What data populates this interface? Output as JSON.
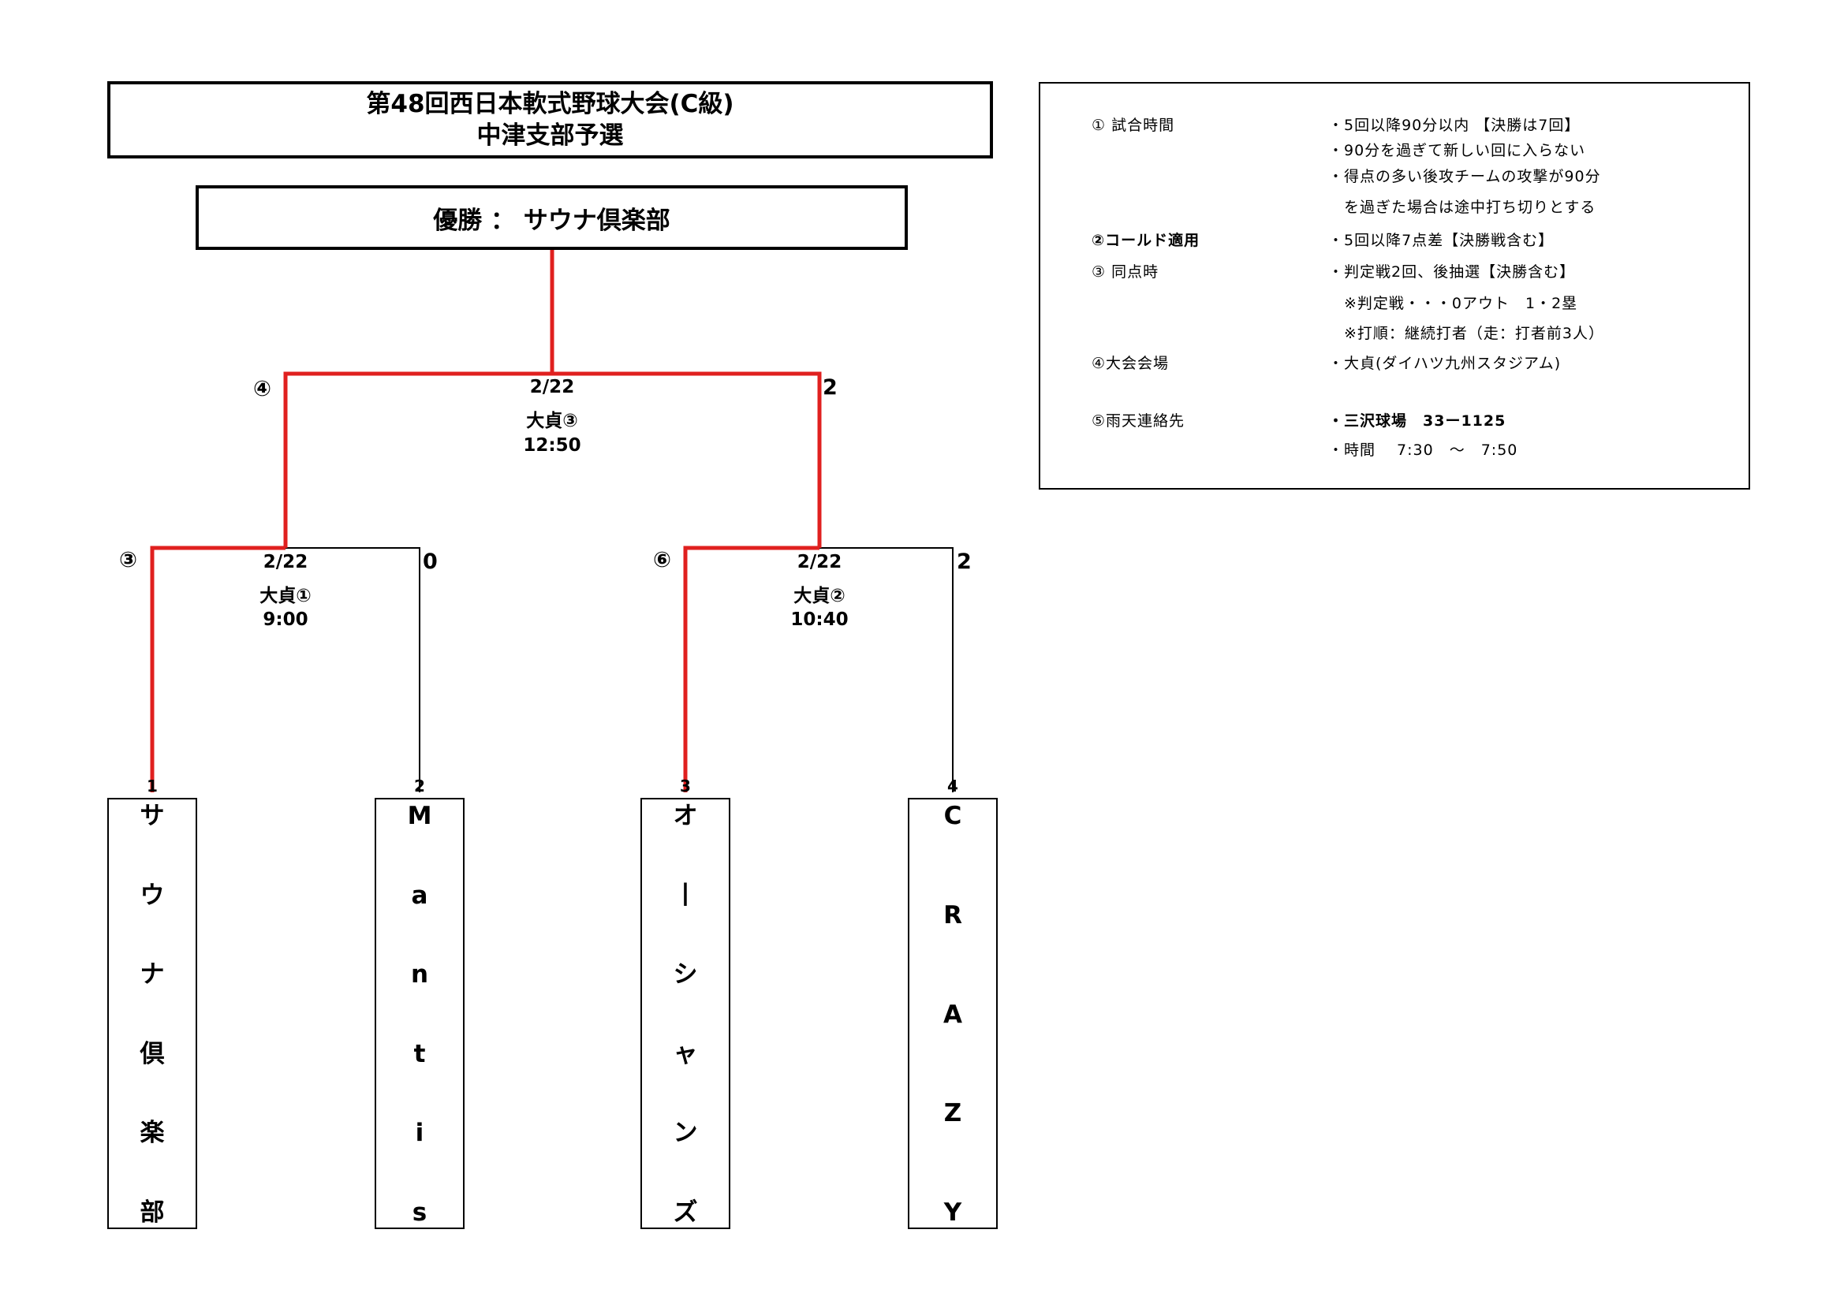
{
  "title": {
    "line1": "第48回西日本軟式野球大会(C級)",
    "line2": "中津支部予選"
  },
  "winner": {
    "label": "優勝 ： サウナ倶楽部"
  },
  "rules": [
    {
      "label": "① 試合時間",
      "label_bold": false,
      "lines": [
        "・5回以降90分以内 【決勝は7回】",
        "・90分を過ぎて新しい回に入らない",
        "・得点の多い後攻チームの攻撃が90分",
        "　を過ぎた場合は途中打ち切りとする"
      ]
    },
    {
      "label": "②コールド適用",
      "label_bold": true,
      "lines": [
        "・5回以降7点差【決勝戦含む】"
      ]
    },
    {
      "label": "③ 同点時",
      "label_bold": false,
      "lines": [
        "・判定戦2回、後抽選【決勝含む】",
        "　※判定戦・・・0アウト　1・2塁",
        "　※打順：継続打者（走：打者前3人）"
      ]
    },
    {
      "label": "④大会会場",
      "label_bold": false,
      "lines": [
        "・大貞(ダイハツ九州スタジアム)"
      ]
    },
    {
      "label": "⑤雨天連絡先",
      "label_bold": false,
      "lines": [
        "・三沢球場　33ー1125",
        "・時間　 7:30　～　7:50"
      ]
    }
  ],
  "matches": [
    {
      "id": "③",
      "date": "2/22",
      "venue": "大貞①",
      "time": "9:00",
      "score_right": "0"
    },
    {
      "id": "⑥",
      "date": "2/22",
      "venue": "大貞②",
      "time": "10:40",
      "score_right": "2"
    },
    {
      "id": "④",
      "date": "2/22",
      "venue": "大貞③",
      "time": "12:50",
      "score_right": "2"
    }
  ],
  "teams": [
    {
      "seed": "1",
      "name": "サウナ倶楽部"
    },
    {
      "seed": "2",
      "name": "Mantis"
    },
    {
      "seed": "3",
      "name": "オーシャンズ"
    },
    {
      "seed": "4",
      "name": "CRAZY"
    }
  ],
  "colors": {
    "winner_path": "#e0201f",
    "line": "#000000"
  }
}
